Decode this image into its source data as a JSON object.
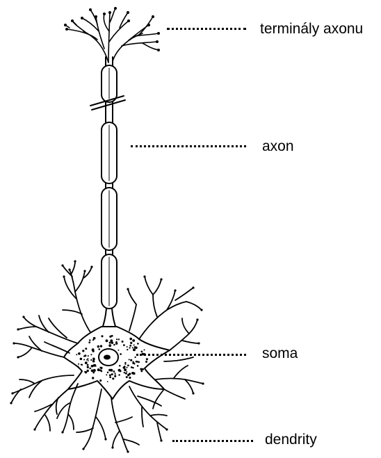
{
  "diagram": {
    "labels": {
      "axon_terminals": "terminály axonu",
      "axon": "axon",
      "soma": "soma",
      "dendrites": "dendrity"
    }
  },
  "colors": {
    "ink": "#000000",
    "background": "#ffffff"
  }
}
